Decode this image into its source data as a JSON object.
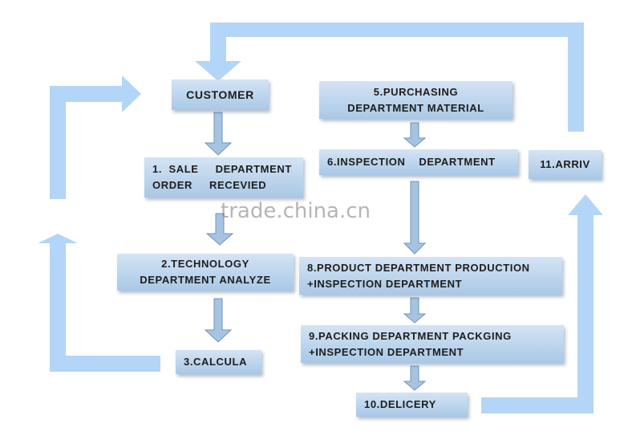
{
  "colors": {
    "loop_arrow": "#b3d5f7",
    "down_arrow": "#a6c4e2",
    "down_arrow_stroke": "#6d93ba",
    "box_top": "#d4e4f4",
    "box_bottom": "#a9c8e6",
    "text": "#1d1d1d"
  },
  "nodes": {
    "customer": [
      "CUSTOMER"
    ],
    "sale": [
      "1.  SALE     DEPARTMENT",
      "ORDER     RECEVIED"
    ],
    "technology": [
      "2.TECHNOLOGY",
      "DEPARTMENT ANALYZE"
    ],
    "calcula": [
      "3.CALCULA"
    ],
    "purchasing": [
      "5.PURCHASING",
      "DEPARTMENT MATERIAL"
    ],
    "inspection": [
      "6.INSPECTION    DEPARTMENT"
    ],
    "product": [
      "8.PRODUCT DEPARTMENT PRODUCTION",
      "+INSPECTION DEPARTMENT"
    ],
    "packing": [
      "9.PACKING DEPARTMENT PACKGING",
      "+INSPECTION DEPARTMENT"
    ],
    "delivery": [
      "10.DELICERY"
    ],
    "arrive": [
      "11.ARRIV"
    ]
  },
  "watermark": "trade.china.cn"
}
